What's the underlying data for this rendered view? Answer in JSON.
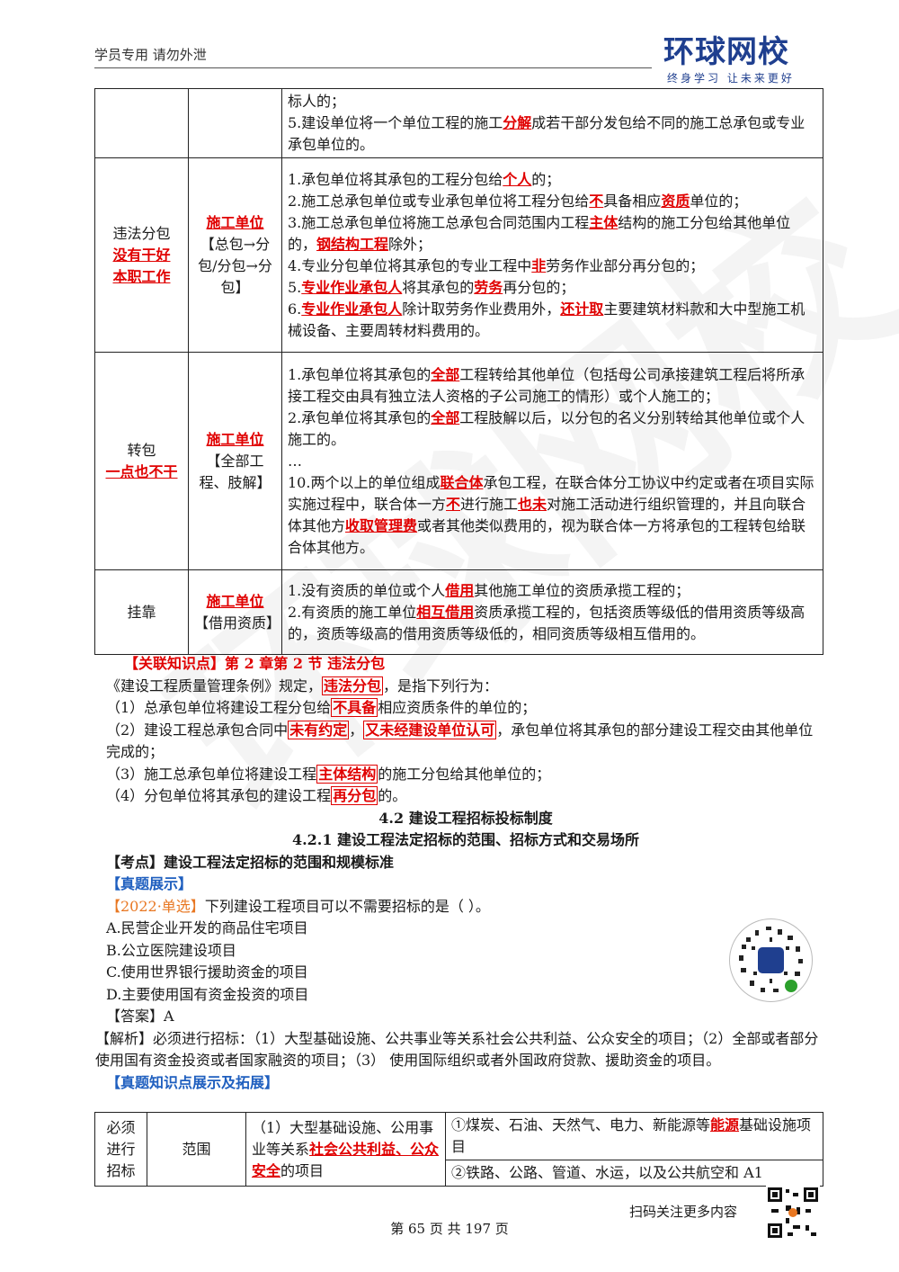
{
  "header": {
    "left_text": "学员专用 请勿外泄",
    "logo_main": "环球网校",
    "logo_sub": "终身学习 让未来更好"
  },
  "watermark": "环球网校",
  "table1": {
    "row0": {
      "lines": [
        "标人的；",
        "5.建设单位将一个单位工程的施工",
        "分解",
        "成若干部分发包给不同的施工总承包或专业承包单位的。"
      ]
    },
    "row1": {
      "c1a": "违法分包",
      "c1b": "没有干好",
      "c1c": "本职工作",
      "c2a": "施工单位",
      "c2b": "【总包→分包/分包→分包】",
      "l1a": "1.承包单位将其承包的工程分包给",
      "l1b": "个人",
      "l1c": "的；",
      "l2a": "2.施工总承包单位或专业承包单位将工程分包给",
      "l2b": "不",
      "l2c": "具备相应",
      "l2d": "资质",
      "l2e": "单位的；",
      "l3a": "3.施工总承包单位将施工总承包合同范围内工程",
      "l3b": "主体",
      "l3c": "结构的施工分包给其他单位的，",
      "l3d": "钢结构工程",
      "l3e": "除外；",
      "l4a": "4.专业分包单位将其承包的专业工程中",
      "l4b": "非",
      "l4c": "劳务作业部分再分包的；",
      "l5a": "5.",
      "l5b": "专业作业承包人",
      "l5c": "将其承包的",
      "l5d": "劳务",
      "l5e": "再分包的；",
      "l6a": "6.",
      "l6b": "专业作业承包人",
      "l6c": "除计取劳务作业费用外，",
      "l6d": "还计取",
      "l6e": "主要建筑材料款和大中型施工机械设备、主要周转材料费用的。"
    },
    "row2": {
      "c1a": "转包",
      "c1b": "一点也不干",
      "c2a": "施工单位",
      "c2b": "【全部工程、肢解】",
      "l1a": "1.承包单位将其承包的",
      "l1b": "全部",
      "l1c": "工程转给其他单位（包括母公司承接建筑工程后将所承接工程交由具有独立法人资格的子公司施工的情形）或个人施工的；",
      "l2a": "2.承包单位将其承包的",
      "l2b": "全部",
      "l2c": "工程肢解以后，以分包的名义分别转给其他单位或个人施工的。",
      "ellipsis": "…",
      "l10a": "10.两个以上的单位组成",
      "l10b": "联合体",
      "l10c": "承包工程，在联合体分工协议中约定或者在项目实际实施过程中，联合体一方",
      "l10d": "不",
      "l10e": "进行施工",
      "l10f": "也未",
      "l10g": "对施工活动进行组织管理的，并且向联合体其他方",
      "l10h": "收取管理费",
      "l10i": "或者其他类似费用的，视为联合体一方将承包的工程转包给联合体其他方。"
    },
    "row3": {
      "c1": "挂靠",
      "c2a": "施工单位",
      "c2b": "【借用资质】",
      "l1a": "1.没有资质的单位或个人",
      "l1b": "借用",
      "l1c": "其他施工单位的资质承揽工程的；",
      "l2a": "2.有资质的施工单位",
      "l2b": "相互借用",
      "l2c": "资质承揽工程的，包括资质等级低的借用资质等级高的，资质等级高的借用资质等级低的，相同资质等级相互借用的。"
    }
  },
  "related": {
    "title": "【关联知识点】第 2 章第 2 节  违法分包",
    "intro_a": "《建设工程质量管理条例》规定，",
    "intro_b": "违法分包",
    "intro_c": "，是指下列行为：",
    "i1a": "（1）总承包单位将建设工程分包给",
    "i1b": "不具备",
    "i1c": "相应资质条件的单位的；",
    "i2a": "（2）建设工程总承包合同中",
    "i2b": "未有约定",
    "i2c": "，",
    "i2d": "又未经建设单位认可",
    "i2e": "，承包单位将其承包的部分建设工程交由其他单位完成的；",
    "i3a": "（3）施工总承包单位将建设工程",
    "i3b": "主体结构",
    "i3c": "的施工分包给其他单位的；",
    "i4a": "（4）分包单位将其承包的建设工程",
    "i4b": "再分包",
    "i4c": "的。"
  },
  "section": {
    "h1": "4.2  建设工程招标投标制度",
    "h2": "4.2.1  建设工程法定招标的范围、招标方式和交易场所",
    "kaodian": "【考点】建设工程法定招标的范围和规模标准",
    "zhenti": "【真题展示】",
    "q_tag": "【2022·单选】",
    "q_text": "下列建设工程项目可以不需要招标的是（   ）。",
    "opt_a": "A.民营企业开发的商品住宅项目",
    "opt_b": "B.公立医院建设项目",
    "opt_c": "C.使用世界银行援助资金的项目",
    "opt_d": "D.主要使用国有资金投资的项目",
    "answer": "【答案】A",
    "analysis": "【解析】必须进行招标：（1）大型基础设施、公共事业等关系社会公共利益、公众安全的项目；（2）全部或者部分使用国有资金投资或者国家融资的项目；（3） 使用国际组织或者外国政府贷款、援助资金的项目。",
    "expand": "【真题知识点展示及拓展】"
  },
  "table2": {
    "c1": "必须进行招标",
    "c2": "范围",
    "c3a": "（1）大型基础设施、公用事业等关系",
    "c3b": "社会公共利益、公众安全",
    "c3c": "的项目",
    "c4a1": "①煤炭、石油、天然气、电力、新能源等",
    "c4a2": "能源",
    "c4a3": "基础设施项目",
    "c4b": "②铁路、公路、管道、水运，以及公共航空和 A1"
  },
  "footer": {
    "scan": "扫码关注更多内容",
    "page": "第 65 页 共 197 页"
  }
}
